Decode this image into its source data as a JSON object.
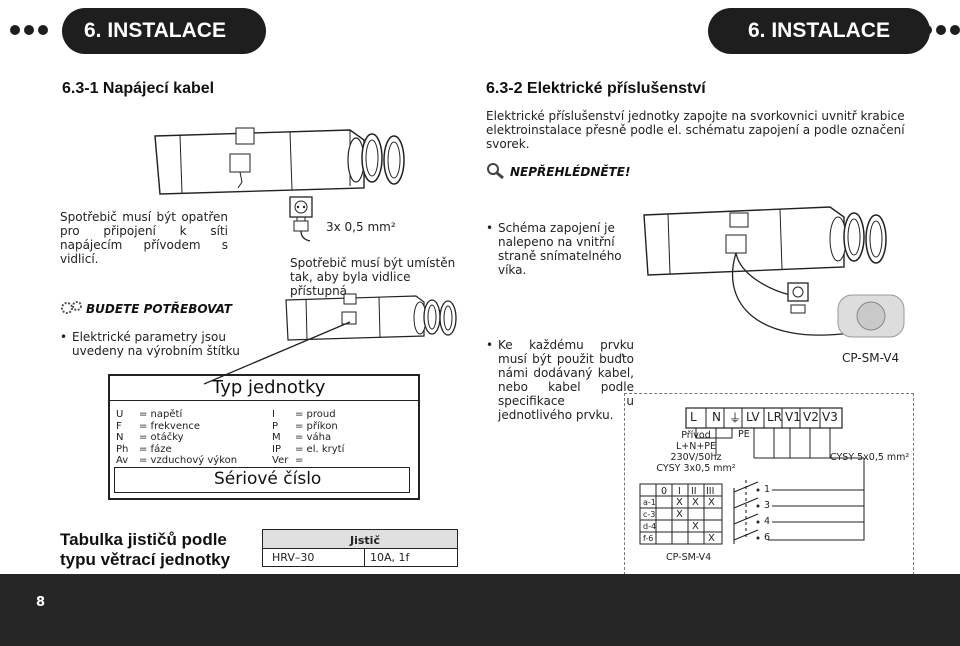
{
  "header": {
    "left_tab": "6. INSTALACE",
    "right_tab": "6. INSTALACE"
  },
  "left": {
    "heading": "6.3-1 Napájecí kabel",
    "intro": "Spotřebič musí být opatřen pro připojení k síti napájecím přívodem s vidlicí.",
    "cable_spec": "3x 0,5 mm²",
    "note": "Spotřebič musí být umístěn tak, aby byla vidlice přístupná.",
    "need_title": "BUDETE POTŘEBOVAT",
    "need_item": "Elektrické parametry jsou uvedeny na výrobním štítku",
    "plate": {
      "title": "Typ jednotky",
      "serial": "Sériové číslo",
      "rows_left": [
        {
          "k": "U",
          "v": "= napětí"
        },
        {
          "k": "F",
          "v": "= frekvence"
        },
        {
          "k": "N",
          "v": "= otáčky"
        },
        {
          "k": "Ph",
          "v": "= fáze"
        },
        {
          "k": "Av",
          "v": "= vzduchový výkon"
        }
      ],
      "rows_right": [
        {
          "k": "I",
          "v": "= proud"
        },
        {
          "k": "P",
          "v": "= příkon"
        },
        {
          "k": "M",
          "v": "= váha"
        },
        {
          "k": "IP",
          "v": "= el. krytí"
        },
        {
          "k": "Ver",
          "v": "="
        }
      ]
    },
    "table_title_1": "Tabulka jističů podle",
    "table_title_2": "typu větrací jednotky",
    "table": {
      "header": "Jistič",
      "unit": "HRV–30",
      "value": "10A, 1f"
    }
  },
  "right": {
    "heading": "6.3-2 Elektrické příslušenství",
    "intro": "Elektrické příslušenství jednotky zapojte na svorkovnici uvnitř krabice elektroinstalace přesně podle el. schématu zapojení a podle označení svorek.",
    "notice": "NEPŘEHLÉDNĚTE!",
    "bullets": [
      "Schéma zapojení je nalepeno na vnitřní straně snímatelného víka.",
      "Ke každému prvku musí být použit buďto námi dodávaný kabel, nebo kabel podle specifikace u jednotlivého prvku."
    ],
    "controller_label": "CP-SM-V4",
    "wiring": {
      "terminals": [
        "L",
        "N",
        "⏚",
        "LV",
        "LR",
        "V1",
        "V2",
        "V3"
      ],
      "pe": "PE",
      "supply_lines": [
        "Přívod",
        "L+N+PE",
        "230V/50hz",
        "CYSY 3x0,5 mm²"
      ],
      "cable_right": "CYSY 5x0,5 mm²",
      "switch_cols": [
        "0",
        "I",
        "II",
        "III"
      ],
      "switch_rows": [
        "a-1",
        "c-3",
        "d-4",
        "f-6"
      ],
      "contacts": [
        "1",
        "3",
        "4",
        "6"
      ],
      "switch_label": "CP-SM-V4"
    }
  },
  "footer": {
    "page_number": "8"
  }
}
